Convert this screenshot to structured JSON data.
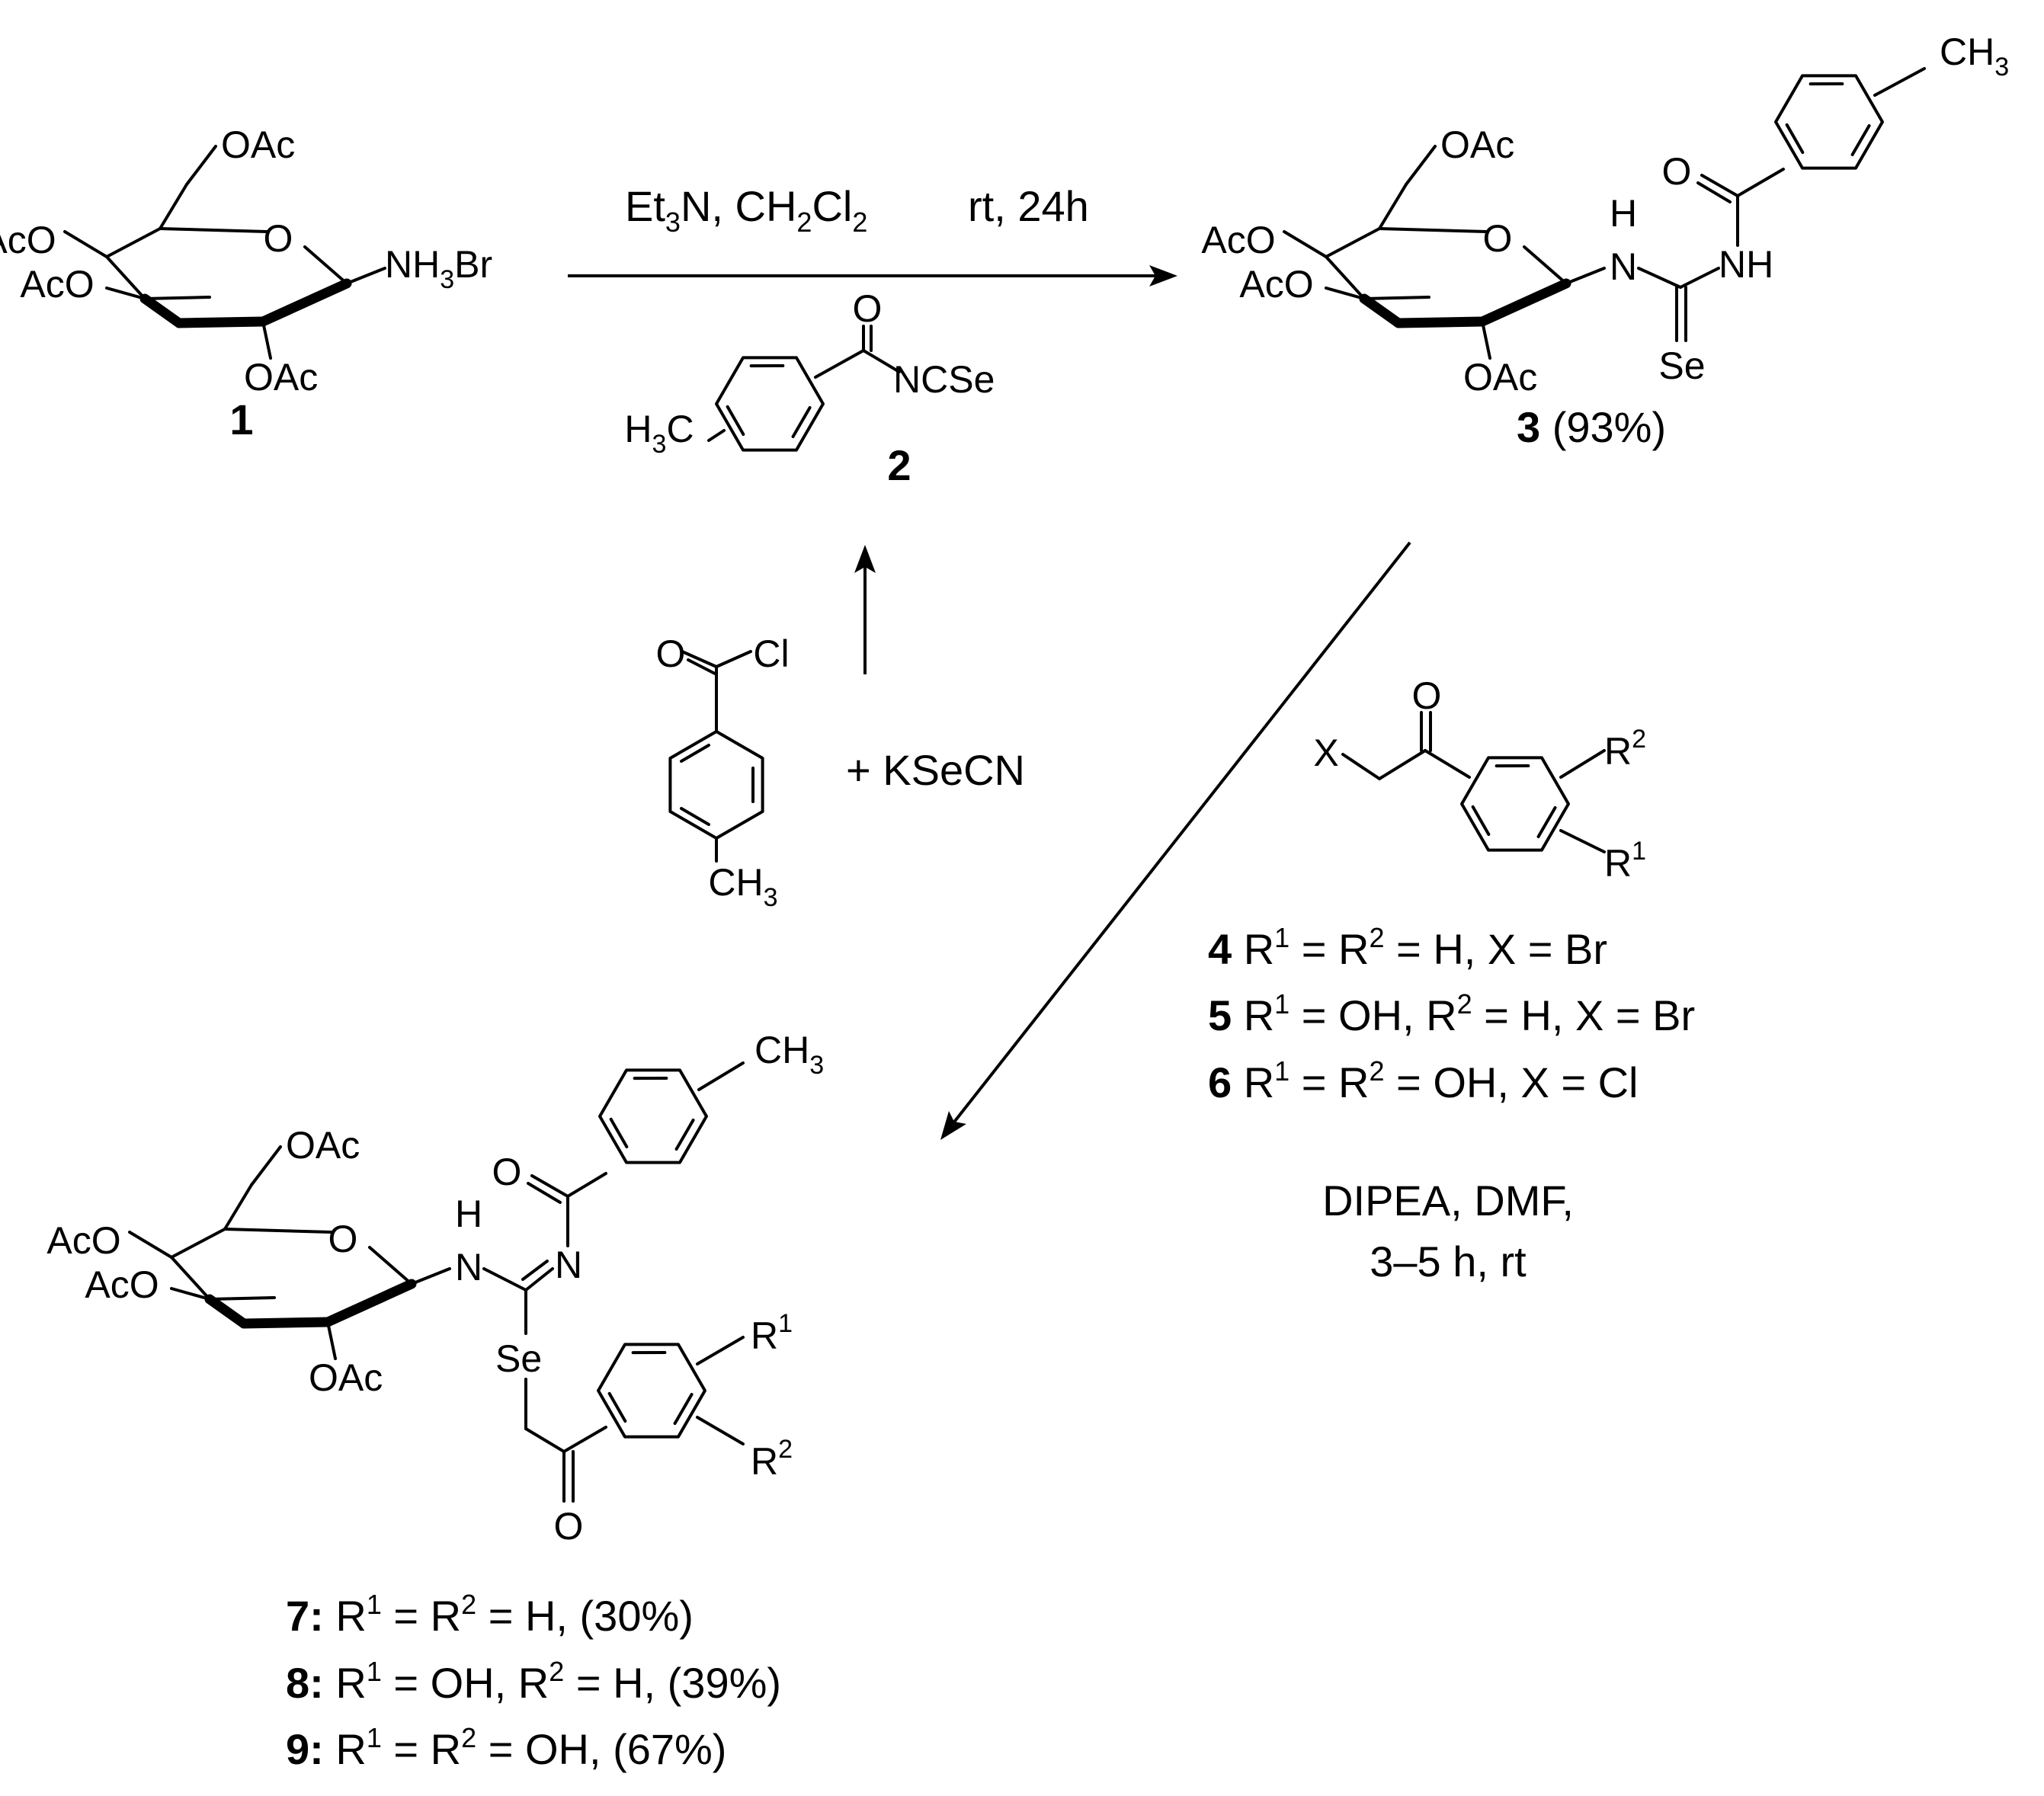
{
  "groups": {
    "oac": "OAc",
    "aco": "AcO",
    "ring_o": "O",
    "o": "O",
    "cl": "Cl",
    "se": "Se",
    "n": "N",
    "h": "H",
    "nh": "NH",
    "x": "X",
    "r": "R",
    "sup1": "1",
    "sup2": "2",
    "ch3": "CH",
    "h3c": "H",
    "c": "C",
    "sub3": "3",
    "nh3br_a": "NH",
    "nh3br_b": "Br",
    "ncse": "NCSe"
  },
  "conditions_top": {
    "et3n_a": "Et",
    "et3n_b": "N, CH",
    "et3n_c": "Cl",
    "sub2": "2",
    "time": "rt, 24h"
  },
  "plus_kse": "+ KSeCN",
  "conditions_right": {
    "line1": "DIPEA, DMF,",
    "line2": "3–5 h, rt"
  },
  "compounds": {
    "c1": "1",
    "c2": "2",
    "c3": "3",
    "c3_yield": "(93%)"
  },
  "reagents": [
    {
      "num": "4",
      "part1": "R",
      "part2": " = R",
      "part3": " = H, X = Br"
    },
    {
      "num": "5",
      "part1": "R",
      "part2": " = OH, R",
      "part3": " = H, X = Br"
    },
    {
      "num": "6",
      "part1": "R",
      "part2": " = R",
      "part3": " = OH, X = Cl"
    }
  ],
  "products": [
    {
      "num": "7:",
      "part1": "R",
      "part2": " = R",
      "part3": " = H, (30%)"
    },
    {
      "num": "8:",
      "part1": "R",
      "part2": " = OH, R",
      "part3": " = H, (39%)"
    },
    {
      "num": "9:",
      "part1": "R",
      "part2": " = R",
      "part3": " = OH, (67%)"
    }
  ]
}
